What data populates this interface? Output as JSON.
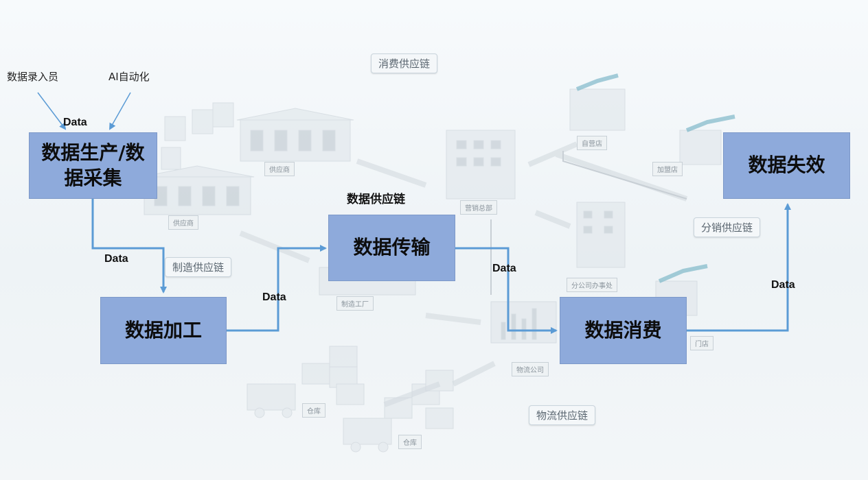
{
  "sources": {
    "manual": "数据录入员",
    "ai": "AI自动化"
  },
  "boxes": {
    "production": "数据生产/数据采集",
    "processing": "数据加工",
    "transmission": "数据传输",
    "consumption": "数据消费",
    "expiry": "数据失效"
  },
  "supply_chain_caption": "数据供应链",
  "data_label": "Data",
  "background_tags": {
    "consumer_chain": "消费供应链",
    "manufacturing_chain": "制造供应链",
    "distribution_chain": "分销供应链",
    "logistics_chain": "物流供应链"
  },
  "building_tags": {
    "supplier_1": "供应商",
    "supplier_2": "供应商",
    "factory": "制造工厂",
    "marketing_hq": "营销总部",
    "branch_office": "分公司办事处",
    "logistics_company": "物流公司",
    "warehouse_1": "仓库",
    "warehouse_2": "仓库",
    "direct_store": "自营店",
    "franchise_store": "加盟店",
    "outlet": "门店"
  },
  "colors": {
    "box_fill": "#8eaadb",
    "arrow": "#5b9bd5"
  }
}
